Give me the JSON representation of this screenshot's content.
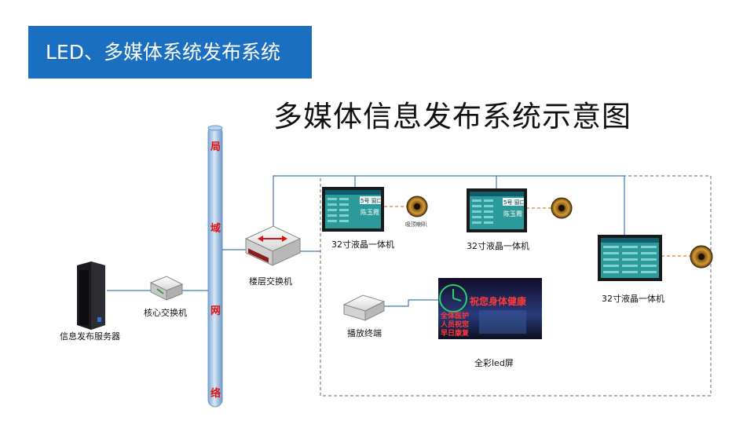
{
  "header": {
    "title": "LED、多媒体系统发布系统"
  },
  "diagram": {
    "title": "多媒体信息发布系统示意图",
    "network_label_chars": [
      "局",
      "域",
      "网",
      "络"
    ],
    "nodes": {
      "server": "信息发布服务器",
      "core_switch": "核心交换机",
      "floor_switch": "楼层交换机",
      "lcd_1": "32寸液晶一体机",
      "lcd_2": "32寸液晶一体机",
      "lcd_3": "32寸液晶一体机",
      "player": "播放终端",
      "led_screen": "全彩led屏",
      "speaker_1_caption": "吸顶喇叭"
    },
    "screen_text": {
      "window_1": "5号 窗口",
      "name_1": "陈玉霞",
      "window_2": "5号 窗口",
      "name_2": "陈玉霞",
      "led_banner": "祝您身体健康",
      "led_lines": [
        "全体医护",
        "人员祝您",
        "早日康复"
      ]
    }
  },
  "colors": {
    "banner": "#1a6fc0",
    "pipe": "#a9c7e8",
    "line": "#3e78b8",
    "speaker_link": "#e07a2c",
    "accent_red": "#d11111"
  }
}
